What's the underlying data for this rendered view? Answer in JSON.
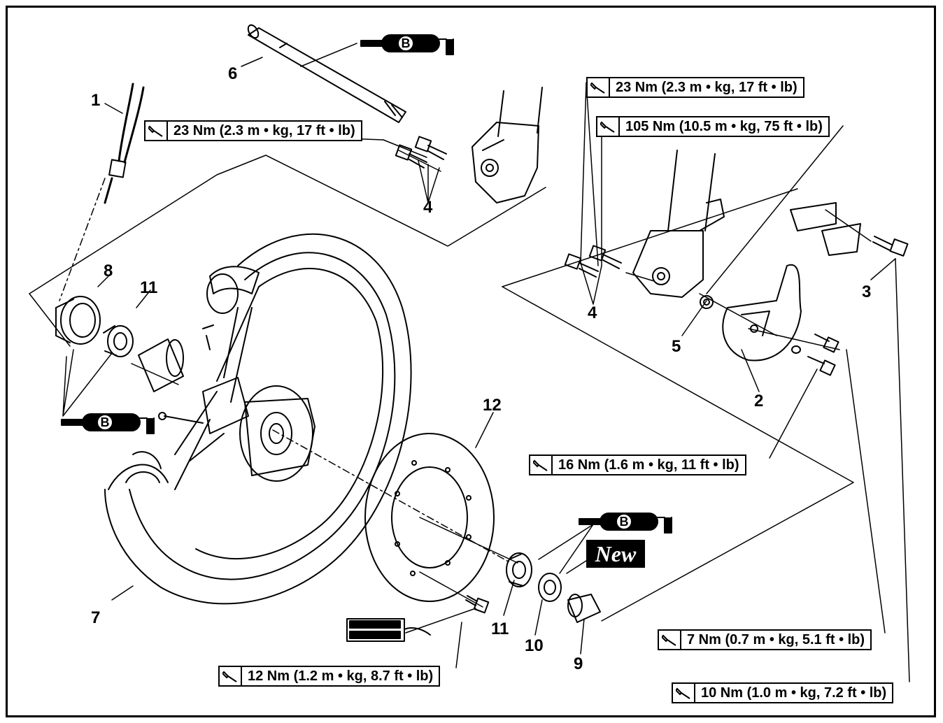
{
  "callouts": {
    "c1": "1",
    "c2": "2",
    "c3": "3",
    "c4a": "4",
    "c4b": "4",
    "c5": "5",
    "c6": "6",
    "c7": "7",
    "c8": "8",
    "c9": "9",
    "c10": "10",
    "c11a": "11",
    "c11b": "11",
    "c12": "12"
  },
  "torque_specs": {
    "t1": "23 Nm (2.3 m • kg, 17 ft • lb)",
    "t2": "23 Nm (2.3 m • kg, 17 ft • lb)",
    "t3": "105 Nm (10.5 m • kg, 75 ft • lb)",
    "t4": "16 Nm (1.6 m • kg, 11 ft • lb)",
    "t5": "7 Nm (0.7 m • kg, 5.1 ft • lb)",
    "t6": "12 Nm (1.2 m • kg, 8.7 ft • lb)",
    "t7": "10 Nm (1.0 m • kg, 7.2 ft • lb)"
  },
  "grease": {
    "g1": "B",
    "g2": "B",
    "g3": "B"
  },
  "badge": {
    "new": "New"
  },
  "icons": {
    "wrench": "torque-wrench-icon",
    "grease": "grease-gun-icon",
    "locktite": "thread-locker-icon"
  }
}
